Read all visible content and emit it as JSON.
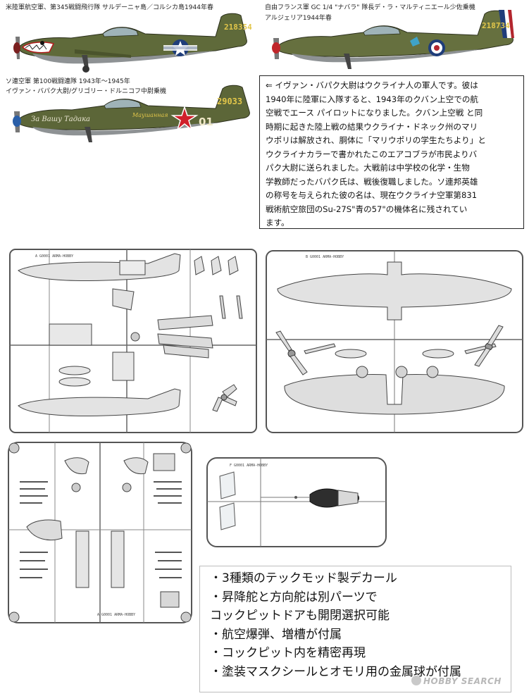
{
  "planes": [
    {
      "caption_1": "米陸軍航空軍、第345戦闘飛行隊 サルデーニャ島／コルシカ島1944年春",
      "caption_2": "",
      "tail_code": "218354"
    },
    {
      "caption_1": "自由フランス軍 GC 1/4 \"ナバラ\" 隊長デ・ラ・マルティニエール少佐乗機",
      "caption_2": "アルジェリア1944年春",
      "tail_code": "218734"
    },
    {
      "caption_1": "ソ連空軍 第100戦闘連隊 1943年～1945年",
      "caption_2": "イヴァン・バパク大尉/グリゴリー・ドルニコフ中尉乗機",
      "tail_code": "29033",
      "side_number": "01",
      "nose_script": "За Вашу Тадака",
      "door_script": "Маушанная"
    }
  ],
  "note": {
    "lines": [
      "⇐ イヴァン・バパク大尉はウクライナ人の軍人です。彼は",
      "1940年に陸軍に入隊すると、1943年のクバン上空での航",
      "空戦でエース パイロットになりました。クバン上空戦 と同",
      "時期に起きた陸上戦の結果ウクライナ・ドネック州のマリ",
      "ウポリは解放され、胴体に「マリウポリの学生たちより」と",
      "ウクライナカラーで書かれたこのエアコブラが市民よりバ",
      "パク大尉に送られました。大戦前は中学校の化学・生物",
      "学教師だったバパク氏は、戦後復職しました。ソ連邦英雄",
      "の称号を与えられた彼の名は、現在ウクライナ空軍第831",
      "戦術航空旅団のSu-27S\"青の57\"の機体名に残されてい",
      "ます。"
    ]
  },
  "sprue_labels": {
    "a": "A G0001 ARMA-HOBBY",
    "b": "B G0001 ARMA-HOBBY",
    "c": "A G0001 ARMA-HOBBY",
    "d": "F G0001 ARMA-HOBBY"
  },
  "features": [
    "・3種類のテックモッド製デカール",
    "・昇降舵と方向舵は別パーツで",
    "コックピットドアも開閉選択可能",
    "・航空爆弾、増槽が付属",
    "・コックピット内を精密再現",
    "・塗装マスクシールとオモリ用の金属球が付属"
  ],
  "watermark": "HOBBY SEARCH",
  "colors": {
    "olive": "#5f6a3a",
    "olive_dark": "#4b542c",
    "belly": "#8e9294",
    "usaf_blue": "#1f3d7a",
    "roundel_red": "#b3262e",
    "soviet_red": "#d0202a",
    "tail_yellow": "#e2c64a"
  }
}
